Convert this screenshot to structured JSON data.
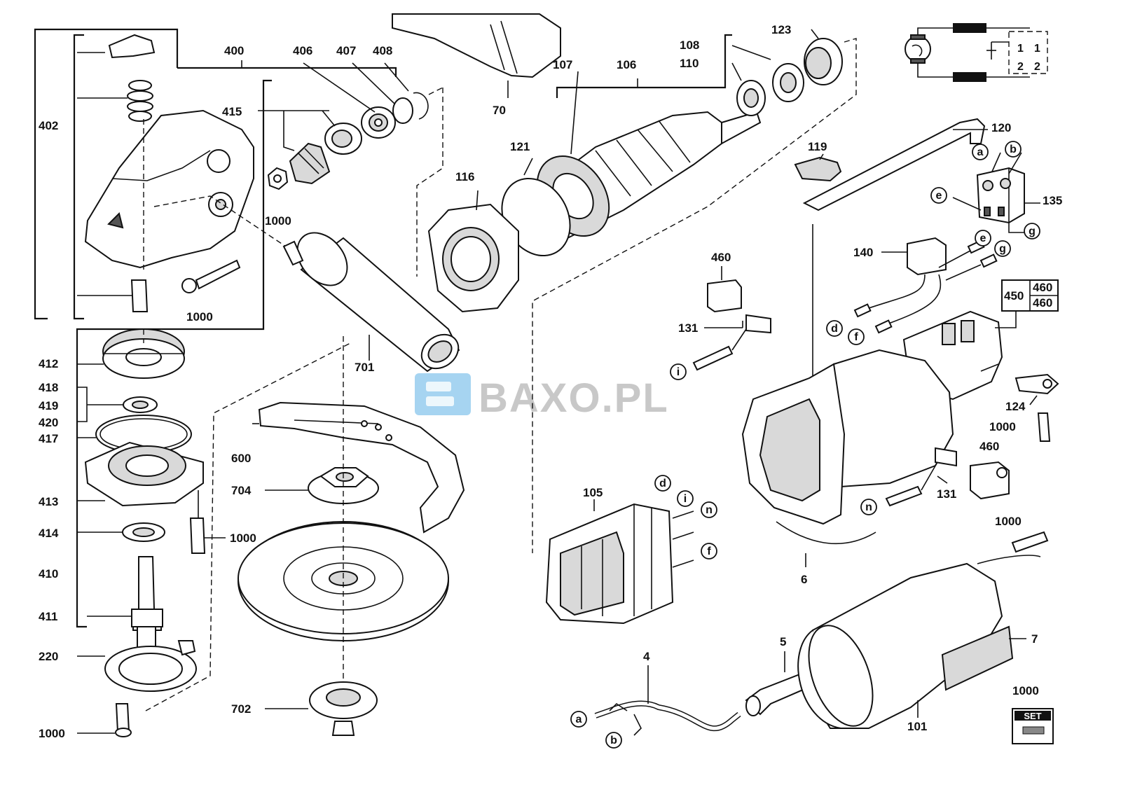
{
  "watermark": {
    "text": "BAXO.PL",
    "logo_color": "#3aa0e0",
    "text_color": "#9a9a9a"
  },
  "part_numbers": {
    "p400": "400",
    "p402": "402",
    "p406": "406",
    "p407": "407",
    "p408": "408",
    "p415": "415",
    "p1000_a": "1000",
    "p1000_b": "1000",
    "p1000_c": "1000",
    "p1000_d": "1000",
    "p1000_e": "1000",
    "p1000_f": "1000",
    "p1000_set": "1000",
    "p70": "70",
    "p107": "107",
    "p106": "106",
    "p108": "108",
    "p110": "110",
    "p123": "123",
    "p120": "120",
    "p121": "121",
    "p116": "116",
    "p119": "119",
    "p135": "135",
    "p140": "140",
    "p460_a": "460",
    "p460_b": "460",
    "p460_c": "460",
    "p460_d": "460",
    "p450": "450",
    "p131_a": "131",
    "p131_b": "131",
    "p124": "124",
    "p412": "412",
    "p418": "418",
    "p419": "419",
    "p420": "420",
    "p417": "417",
    "p413": "413",
    "p414": "414",
    "p410": "410",
    "p411": "411",
    "p220": "220",
    "p701": "701",
    "p600": "600",
    "p704": "704",
    "p702": "702",
    "p105": "105",
    "p6": "6",
    "p4": "4",
    "p5": "5",
    "p7": "7",
    "p101": "101"
  },
  "connection_markers": {
    "a": "a",
    "b": "b",
    "d": "d",
    "e": "e",
    "f": "f",
    "g": "g",
    "i": "i",
    "n": "n"
  },
  "schematic": {
    "contact_1": "1",
    "contact_2": "2"
  },
  "set_badge": "SET"
}
